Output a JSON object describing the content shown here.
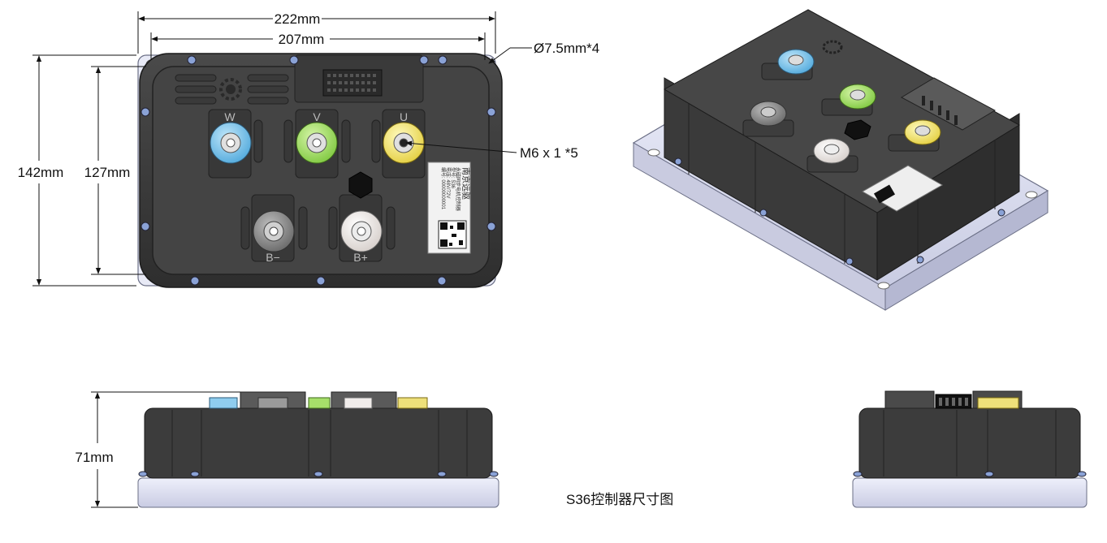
{
  "dimensions": {
    "overall_width": "222mm",
    "hole_spacing_width": "207mm",
    "mount_hole": "Ø7.5mm*4",
    "overall_height": "142mm",
    "hole_spacing_height": "127mm",
    "terminal_thread": "M6 x 1 *5",
    "total_thickness": "71mm"
  },
  "terminals": {
    "w": "W",
    "v": "V",
    "u": "U",
    "b_minus": "B−",
    "b_plus": "B+"
  },
  "label_plate": {
    "brand": "南京远驱",
    "line1": "永磁同步电机控制器",
    "line2": "型号: S36",
    "line3": "电压: 48V/72V",
    "line4": "编号: 00000000001"
  },
  "colors": {
    "w_terminal": "#7fc3e8",
    "v_terminal": "#a6df6a",
    "u_terminal": "#eee07a",
    "b_minus_terminal": "#8a8a8a",
    "b_plus_terminal": "#f0ecea",
    "housing": "#3c3c3c",
    "base_plate": "#dfe1f2"
  },
  "caption": "S36控制器尺寸图"
}
